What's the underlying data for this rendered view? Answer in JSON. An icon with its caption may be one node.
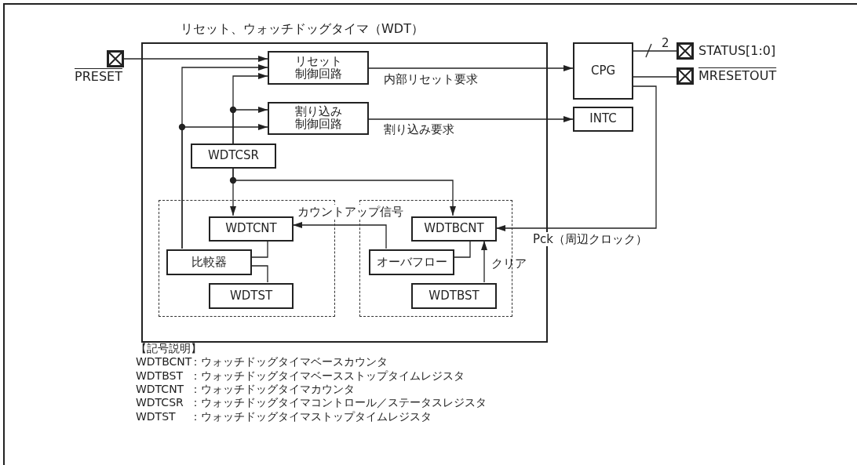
{
  "diagram": {
    "nodes": [
      {
        "text": [
          "リセット、ウォッチドッグタイマ（WDT）"
        ]
      },
      {
        "text": [],
        "shape": "terminal",
        "beside": [
          "PRESET"
        ]
      },
      {
        "text": [
          "リセット制御回路"
        ],
        "in": 0
      },
      {
        "text": [
          "割り込み制御回路"
        ],
        "in": 0
      },
      {
        "text": [
          "WDTCSR"
        ],
        "in": 0
      },
      {
        "text": [],
        "shape": "box",
        "in": 0
      },
      {
        "text": [],
        "shape": "box",
        "in": 0
      },
      {
        "text": [
          "WDTCNT"
        ],
        "in": 5
      },
      {
        "text": [
          "比較器"
        ],
        "in": 5
      },
      {
        "text": [
          "WDTST"
        ],
        "in": 5
      },
      {
        "text": [
          "WDTBCNT"
        ],
        "in": 6
      },
      {
        "text": [
          "オーバフロー"
        ],
        "in": 6
      },
      {
        "text": [
          "WDTBST"
        ],
        "in": 6
      },
      {
        "text": [
          "CPG"
        ]
      },
      {
        "text": [
          "INTC"
        ]
      },
      {
        "text": [],
        "shape": "terminal",
        "beside": [
          "STATUS[1:0]"
        ]
      },
      {
        "text": [],
        "shape": "terminal",
        "beside": [
          "MRESETOUT"
        ]
      }
    ],
    "edges": [
      {
        "from": 1,
        "to": 2,
        "arrow": "to"
      },
      {
        "from": 8,
        "to": 2,
        "arrow": "to"
      },
      {
        "from": 8,
        "to": 3,
        "arrow": "to"
      },
      {
        "from": 4,
        "to": 2,
        "arrow": "to"
      },
      {
        "from": 4,
        "to": 3,
        "arrow": "to"
      },
      {
        "from": 4,
        "to": 7,
        "arrow": "to"
      },
      {
        "from": 4,
        "to": 10,
        "arrow": "to"
      },
      {
        "from": 2,
        "to": 13,
        "arrow": "to",
        "label": "内部リセット要求"
      },
      {
        "from": 3,
        "to": 14,
        "arrow": "to",
        "label": "割り込み要求"
      },
      {
        "from": 13,
        "to": 15,
        "arrow": "none",
        "label": "2"
      },
      {
        "from": 13,
        "to": 16,
        "arrow": "none"
      },
      {
        "from": 13,
        "to": 10,
        "arrow": "to",
        "label": "Pck（周辺クロック）"
      },
      {
        "from": 7,
        "to": 8,
        "arrow": "none"
      },
      {
        "from": 9,
        "to": 8,
        "arrow": "none"
      },
      {
        "from": 11,
        "to": 7,
        "arrow": "to",
        "label": "カウントアップ信号"
      },
      {
        "from": 10,
        "to": 11,
        "arrow": "none"
      },
      {
        "from": 12,
        "to": 10,
        "arrow": "to",
        "label": "クリア"
      }
    ],
    "labels": [
      "【記号説明】",
      "WDTBCNT",
      "：ウォッチドッグタイマベースカウンタ",
      "WDTBST",
      "：ウォッチドッグタイマベースストップタイムレジスタ",
      "WDTCNT",
      "：ウォッチドッグタイマカウンタ",
      "WDTCSR",
      "：ウォッチドッグタイマコントロール／ステータスレジスタ",
      "WDTST",
      "：ウォッチドッグタイマストップタイムレジスタ"
    ]
  }
}
